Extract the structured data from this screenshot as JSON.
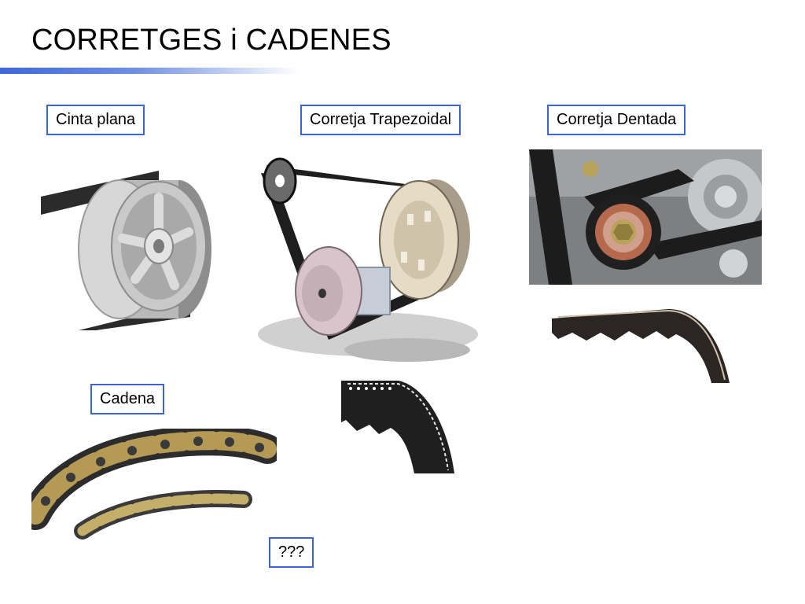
{
  "slide": {
    "title": "CORRETGES i CADENES",
    "accent_color": "#3b64d6"
  },
  "labels": {
    "flat_belt": "Cinta plana",
    "v_belt": "Corretja Trapezoidal",
    "toothed_belt": "Corretja Dentada",
    "chain": "Cadena",
    "unknown": "???"
  },
  "images": [
    {
      "name": "flat-belt-pulley-image",
      "subject": "flat belt on spoked pulley"
    },
    {
      "name": "v-belt-pulleys-image",
      "subject": "v-belt drive with two pulleys"
    },
    {
      "name": "timing-belt-engine-image",
      "subject": "toothed belt in engine"
    },
    {
      "name": "toothed-belt-section-image",
      "subject": "toothed belt section"
    },
    {
      "name": "chain-image",
      "subject": "roller chains"
    },
    {
      "name": "v-belt-section-image",
      "subject": "v-belt cross section"
    }
  ]
}
